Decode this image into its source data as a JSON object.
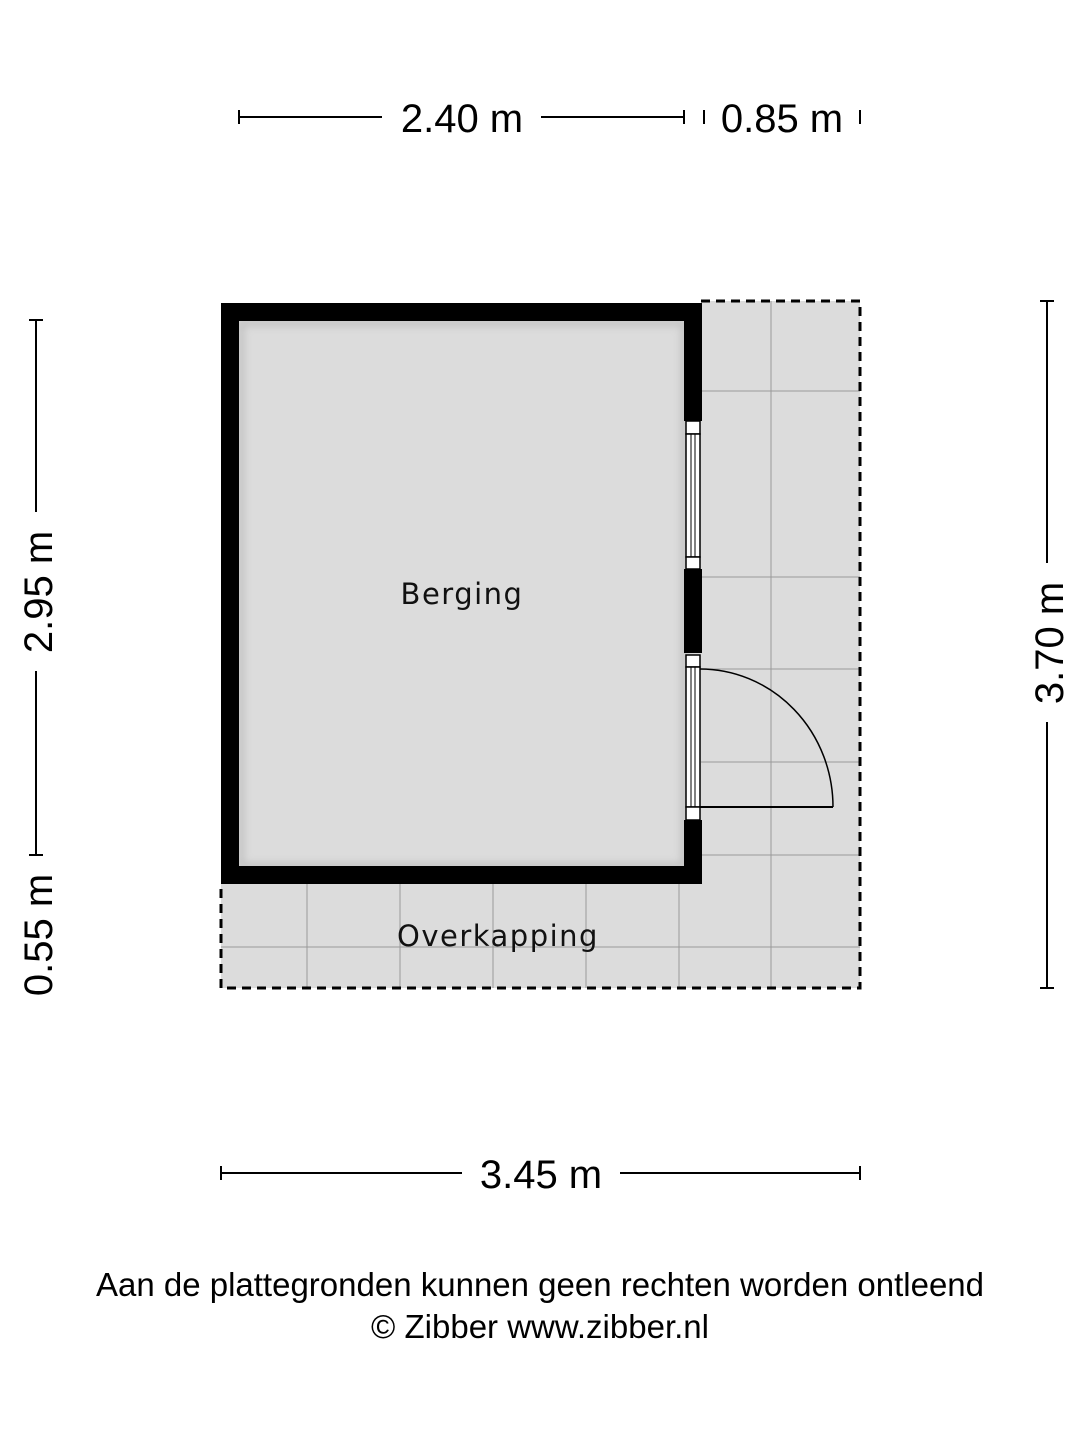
{
  "dimensions": {
    "top_left_width": "2.40 m",
    "top_right_width": "0.85 m",
    "bottom_total_width": "3.45 m",
    "left_upper_height": "2.95 m",
    "left_lower_height": "0.55 m",
    "right_total_height": "3.70 m"
  },
  "rooms": {
    "berging": "Berging",
    "overkapping": "Overkapping"
  },
  "footer": {
    "disclaimer": "Aan de plattegronden kunnen geen rechten worden ontleend",
    "copyright": "© Zibber www.zibber.nl"
  },
  "colors": {
    "wall": "#000000",
    "floor": "#dcdcdc",
    "tile_line": "#9a9a9a",
    "background": "#ffffff"
  }
}
